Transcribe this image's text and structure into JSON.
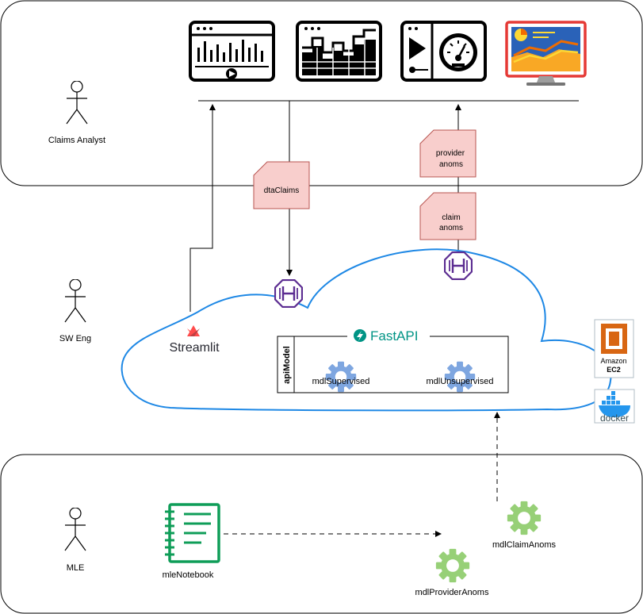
{
  "actors": {
    "analyst": "Claims Analyst",
    "sweng": "SW Eng",
    "mle": "MLE"
  },
  "data_objects": {
    "dta_claims": "dtaClaims",
    "provider_anoms": [
      "provider",
      "anoms"
    ],
    "claim_anoms": [
      "claim",
      "anoms"
    ]
  },
  "cloud": {
    "streamlit": "Streamlit",
    "fastapi": "FastAPI",
    "api_model": "apiModel",
    "mdl_supervised": "mdlSupervised",
    "mdl_unsupervised": "mdlUnsupervised"
  },
  "infra": {
    "amazon": "Amazon",
    "ec2": "EC2",
    "docker": "docker"
  },
  "mle_lane": {
    "notebook": "mleNotebook",
    "claim_anoms_model": "mdlClaimAnoms",
    "provider_anoms_model": "mdlProviderAnoms"
  },
  "colors": {
    "cloud_stroke": "#1e88e5",
    "doc_fill": "#f8cecc",
    "doc_stroke": "#b85450",
    "gear": "#7ea6e0",
    "gear_green": "#97d077",
    "notebook": "#0f9d58",
    "fastapi": "#009485",
    "gateway": "#5b2c91",
    "aws_orange": "#d86613",
    "docker_blue": "#2496ed",
    "streamlit_red": "#ff4b4b"
  }
}
